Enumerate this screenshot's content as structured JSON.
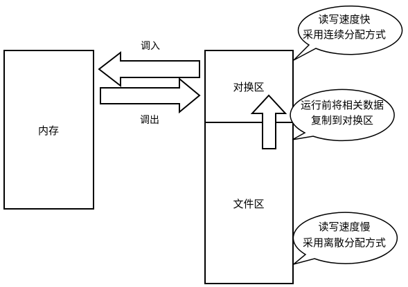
{
  "memory": {
    "label": "内存"
  },
  "swap_in": {
    "label": "调入"
  },
  "swap_out": {
    "label": "调出"
  },
  "disk": {
    "swap_area": {
      "label": "对换区"
    },
    "file_area": {
      "label": "文件区"
    }
  },
  "callouts": {
    "swap_area_note": {
      "line1": "读写速度快",
      "line2": "采用连续分配方式"
    },
    "prerun_note": {
      "line1": "运行前将相关数据",
      "line2": "复制到对换区"
    },
    "file_area_note": {
      "line1": "读写速度慢",
      "line2": "采用离散分配方式"
    }
  },
  "colors": {
    "stroke": "#000000",
    "fill": "#ffffff"
  }
}
